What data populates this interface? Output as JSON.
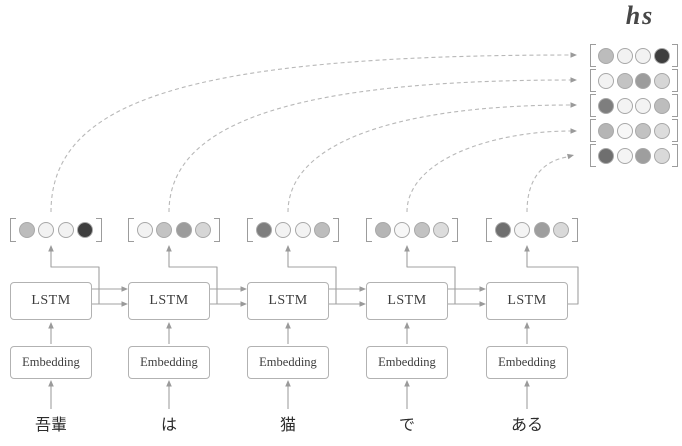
{
  "diagram": {
    "hs_label": "hs",
    "lstm_label": "LSTM",
    "embedding_label": "Embedding",
    "tokens": [
      "吾輩",
      "は",
      "猫",
      "で",
      "ある"
    ],
    "hidden_states": [
      {
        "cells": [
          "#bcbcbc",
          "#f2f2f2",
          "#f2f2f2",
          "#3e3e3e"
        ]
      },
      {
        "cells": [
          "#f2f2f2",
          "#c3c3c3",
          "#9c9c9c",
          "#d6d6d6"
        ]
      },
      {
        "cells": [
          "#7e7e7e",
          "#f3f3f3",
          "#f3f3f3",
          "#bdbdbd"
        ]
      },
      {
        "cells": [
          "#b5b5b5",
          "#f7f7f7",
          "#c2c2c2",
          "#dcdcdc"
        ]
      },
      {
        "cells": [
          "#6f6f6f",
          "#f4f4f4",
          "#9e9e9e",
          "#d9d9d9"
        ]
      }
    ]
  }
}
